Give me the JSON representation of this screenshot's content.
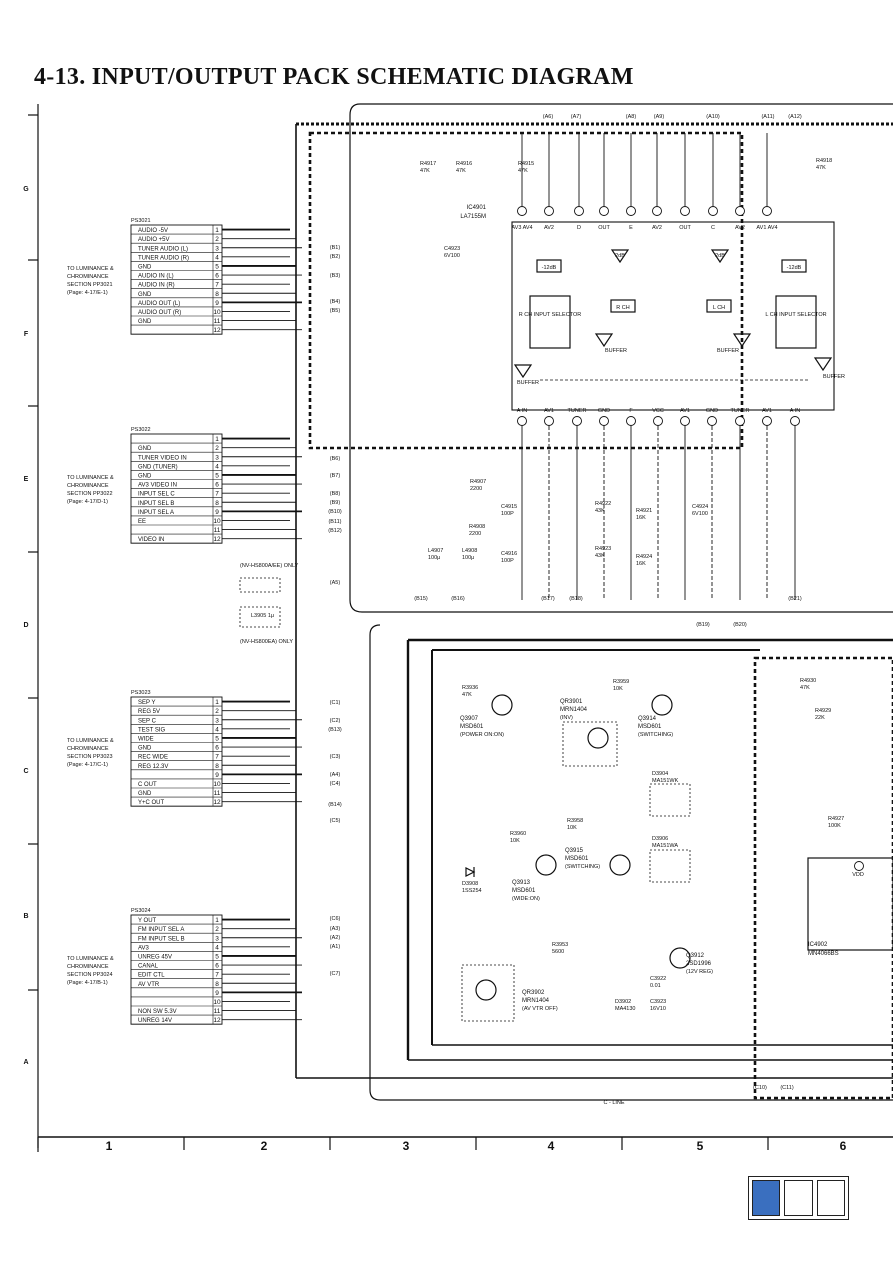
{
  "title": "4-13. INPUT/OUTPUT PACK SCHEMATIC DIAGRAM",
  "row_labels": [
    "G",
    "F",
    "E",
    "D",
    "C",
    "B",
    "A"
  ],
  "col_labels": [
    "1",
    "2",
    "3",
    "4",
    "5",
    "6"
  ],
  "top_refs": [
    "(A6)",
    "(A7)",
    "(A8)",
    "(A9)",
    "(A10)",
    "(A11)",
    "(A12)"
  ],
  "ps3021": {
    "name": "PS3021",
    "section": [
      "TO LUMINANCE &",
      "CHROMINANCE",
      "SECTION PP3021",
      "(Page: 4-17/E-1)"
    ],
    "pins": [
      "AUDIO -5V",
      "AUDIO +5V",
      "TUNER AUDIO (L)",
      "TUNER AUDIO (R)",
      "GND",
      "AUDIO IN (L)",
      "AUDIO IN (R)",
      "GND",
      "AUDIO OUT (L)",
      "AUDIO OUT (R)",
      "GND",
      ""
    ]
  },
  "ps3022": {
    "name": "PS3022",
    "section": [
      "TO LUMINANCE &",
      "CHROMINANCE",
      "SECTION PP3022",
      "(Page: 4-17/D-1)"
    ],
    "pins": [
      "",
      "GND",
      "TUNER VIDEO IN",
      "GND (TUNER)",
      "GND",
      "AV3 VIDEO IN",
      "INPUT SEL C",
      "INPUT SEL B",
      "INPUT SEL A",
      "EE",
      "",
      "VIDEO IN"
    ]
  },
  "ps3023": {
    "name": "PS3023",
    "section": [
      "TO LUMINANCE &",
      "CHROMINANCE",
      "SECTION PP3023",
      "(Page: 4-17/C-1)"
    ],
    "pins": [
      "SEP Y",
      "REG 5V",
      "SEP C",
      "TEST SIG",
      "WIDE",
      "GND",
      "REC WIDE",
      "REG 12.3V",
      "",
      "C OUT",
      "GND",
      "Y+C OUT"
    ]
  },
  "ps3024": {
    "name": "PS3024",
    "section": [
      "TO LUMINANCE &",
      "CHROMINANCE",
      "SECTION PP3024",
      "(Page: 4-17/B-1)"
    ],
    "pins": [
      "Y OUT",
      "FM INPUT SEL A",
      "FM INPUT SEL B",
      "AV3",
      "UNREG 45V",
      "CANAL",
      "EDIT CTL",
      "AV VTR",
      "",
      "",
      "NON SW 5.3V",
      "UNREG 14V"
    ]
  },
  "ic4901": {
    "name": "IC4901",
    "part": "LA7155M",
    "top_pins": [
      "AV3 AV4",
      "AV2",
      "D",
      "OUT",
      "E",
      "AV2",
      "OUT",
      "C",
      "AV2",
      "AV1 AV4"
    ],
    "bottom_pins": [
      "A IN",
      "AV1",
      "TUNER",
      "GND",
      "F",
      "VCC",
      "AV1",
      "GND",
      "TUNER",
      "AV1",
      "A IN"
    ],
    "blocks": [
      "R CH INPUT SELECTOR",
      "L CH INPUT SELECTOR",
      "BUFFER",
      "R CH",
      "L CH",
      "-12dB",
      "2dB"
    ]
  },
  "ic4902": {
    "name": "IC4902",
    "part": "MN4066BS",
    "pin": "VDD"
  },
  "transistors": [
    {
      "ref": "Q3907",
      "part": "MSD601",
      "note": "(POWER ON:ON)"
    },
    {
      "ref": "QR3901",
      "part": "MRN1404",
      "note": "(INV)"
    },
    {
      "ref": "Q3914",
      "part": "MSD601",
      "note": "(SWITCHING)"
    },
    {
      "ref": "Q3915",
      "part": "MSD601",
      "note": "(SWITCHING)"
    },
    {
      "ref": "Q3913",
      "part": "MSD601",
      "note": "(WIDE:ON)"
    },
    {
      "ref": "QR3902",
      "part": "MRN1404",
      "note": "(AV VTR OFF)"
    },
    {
      "ref": "Q3912",
      "part": "2SD1996",
      "note": "(12V REG)"
    }
  ],
  "components": [
    "R4917 47K",
    "R4916 47K",
    "R4915 47K",
    "R4918 47K",
    "C4923 6V100",
    "R4907 2200",
    "R4908 2200",
    "C4915 100P",
    "C4916 100P",
    "R4922 43K",
    "R4923 43K",
    "R4921 16K",
    "R4924 16K",
    "C4924 6V100",
    "L4907 100μ",
    "L4908 100μ",
    "R3936 47K",
    "R3959 10K",
    "R3958 10K",
    "R3960 10K",
    "D3904 MA151WK",
    "D3906 MA151WA",
    "D3908 1SS254",
    "R3953 5600",
    "C3922 0.01",
    "D3902 MA4130",
    "C3923 16V10",
    "R4930 47K",
    "R4929 22K",
    "R4927 100K"
  ],
  "notes": [
    "(NV-HS800A/EE) ONLY",
    "(NV-HS800EA) ONLY",
    "L3905 1μ",
    "C - LINE"
  ],
  "connectors": [
    "(B1)",
    "(B2)",
    "(B3)",
    "(B4)",
    "(B5)",
    "(B6)",
    "(B7)",
    "(B8)",
    "(B9)",
    "(B10)",
    "(B11)",
    "(B12)",
    "(B13)",
    "(B14)",
    "(B15)",
    "(B16)",
    "(B17)",
    "(B18)",
    "(B19)",
    "(B20)",
    "(B21)",
    "(C1)",
    "(C2)",
    "(C3)",
    "(C4)",
    "(C5)",
    "(C6)",
    "(C7)",
    "(C10)",
    "(C11)",
    "(A1)",
    "(A2)",
    "(A3)",
    "(A4)",
    "(A5)"
  ],
  "colors": {
    "ink": "#111111",
    "page_indicator": "#3a6fbf"
  }
}
